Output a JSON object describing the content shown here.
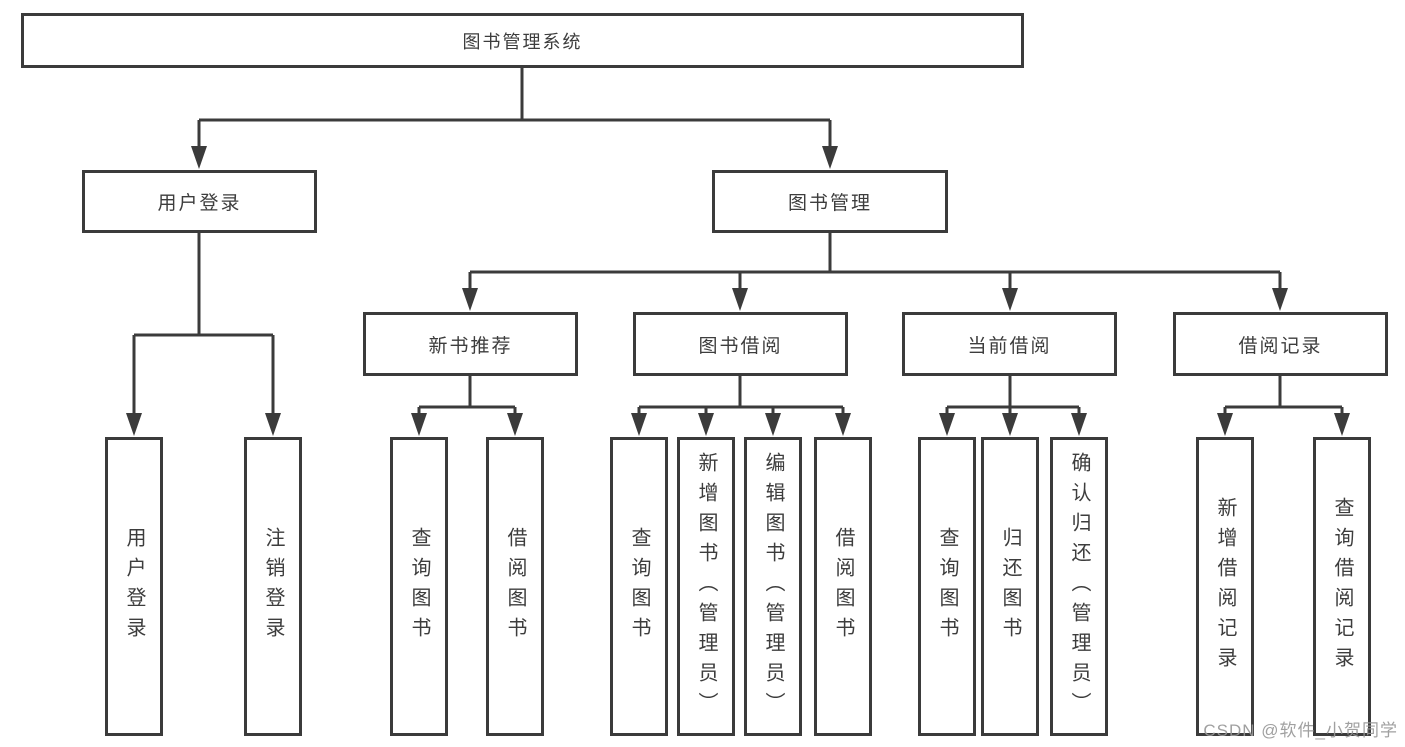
{
  "diagram": {
    "tree": {
      "root": {
        "label": "图书管理系统",
        "children": [
          {
            "label": "用户登录",
            "children": [
              {
                "label": "用户登录"
              },
              {
                "label": "注销登录"
              }
            ]
          },
          {
            "label": "图书管理",
            "children": [
              {
                "label": "新书推荐",
                "children": [
                  {
                    "label": "查询图书"
                  },
                  {
                    "label": "借阅图书"
                  }
                ]
              },
              {
                "label": "图书借阅",
                "children": [
                  {
                    "label": "查询图书"
                  },
                  {
                    "label": "新增图书（管理员）"
                  },
                  {
                    "label": "编辑图书（管理员）"
                  },
                  {
                    "label": "借阅图书"
                  }
                ]
              },
              {
                "label": "当前借阅",
                "children": [
                  {
                    "label": "查询图书"
                  },
                  {
                    "label": "归还图书"
                  },
                  {
                    "label": "确认归还（管理员）"
                  }
                ]
              },
              {
                "label": "借阅记录",
                "children": [
                  {
                    "label": "新增借阅记录"
                  },
                  {
                    "label": "查询借阅记录"
                  }
                ]
              }
            ]
          }
        ]
      }
    },
    "colors": {
      "line": "#3b3b3b",
      "text": "#3d3d3d",
      "background": "#ffffff",
      "watermark": "#989898"
    }
  },
  "watermark": {
    "text": "CSDN @软件_小贺同学"
  }
}
